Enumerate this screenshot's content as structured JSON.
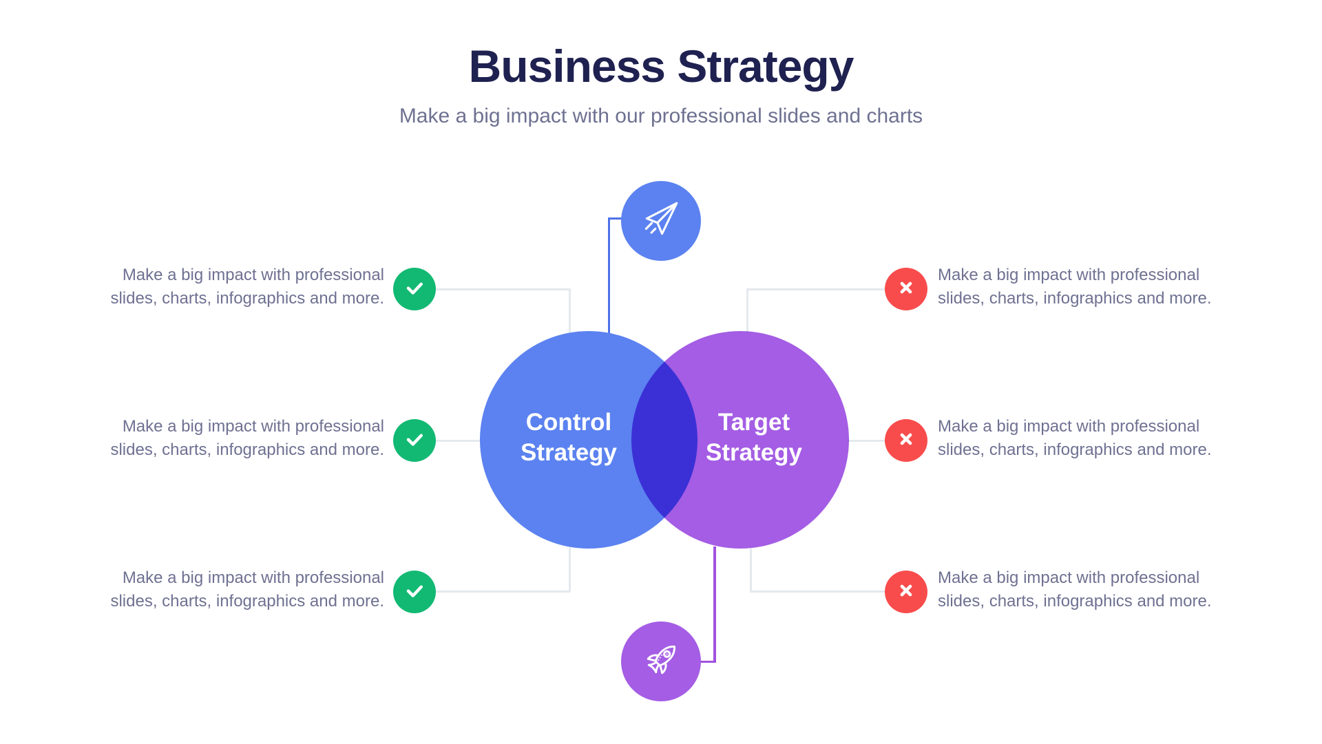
{
  "header": {
    "title": "Business Strategy",
    "subtitle": "Make a big impact with our professional slides and charts"
  },
  "diagram": {
    "left_circle_label": "Control Strategy",
    "right_circle_label": "Target Strategy",
    "top_icon": "paper-plane",
    "bottom_icon": "rocket"
  },
  "left_items": [
    {
      "line1": "Make a big impact with professional",
      "line2": "slides, charts, infographics and more."
    },
    {
      "line1": "Make a big impact with professional",
      "line2": "slides, charts, infographics and more."
    },
    {
      "line1": "Make a big impact with professional",
      "line2": "slides, charts, infographics and more."
    }
  ],
  "right_items": [
    {
      "line1": "Make a big impact with professional",
      "line2": "slides, charts, infographics and more."
    },
    {
      "line1": "Make a big impact with professional",
      "line2": "slides, charts, infographics and more."
    },
    {
      "line1": "Make a big impact with professional",
      "line2": "slides, charts, infographics and more."
    }
  ],
  "colors": {
    "title_text": "#1F2150",
    "body_text": "#6E7191",
    "blue_circle": "#5B82F0",
    "purple_circle": "#A45DE4",
    "overlap": "#3A2BD6",
    "green_badge": "#12B973",
    "red_badge": "#F84C4C",
    "connector_gray": "#E4E9EE",
    "connector_blue": "#4D72E8",
    "connector_purple": "#A052DD"
  }
}
